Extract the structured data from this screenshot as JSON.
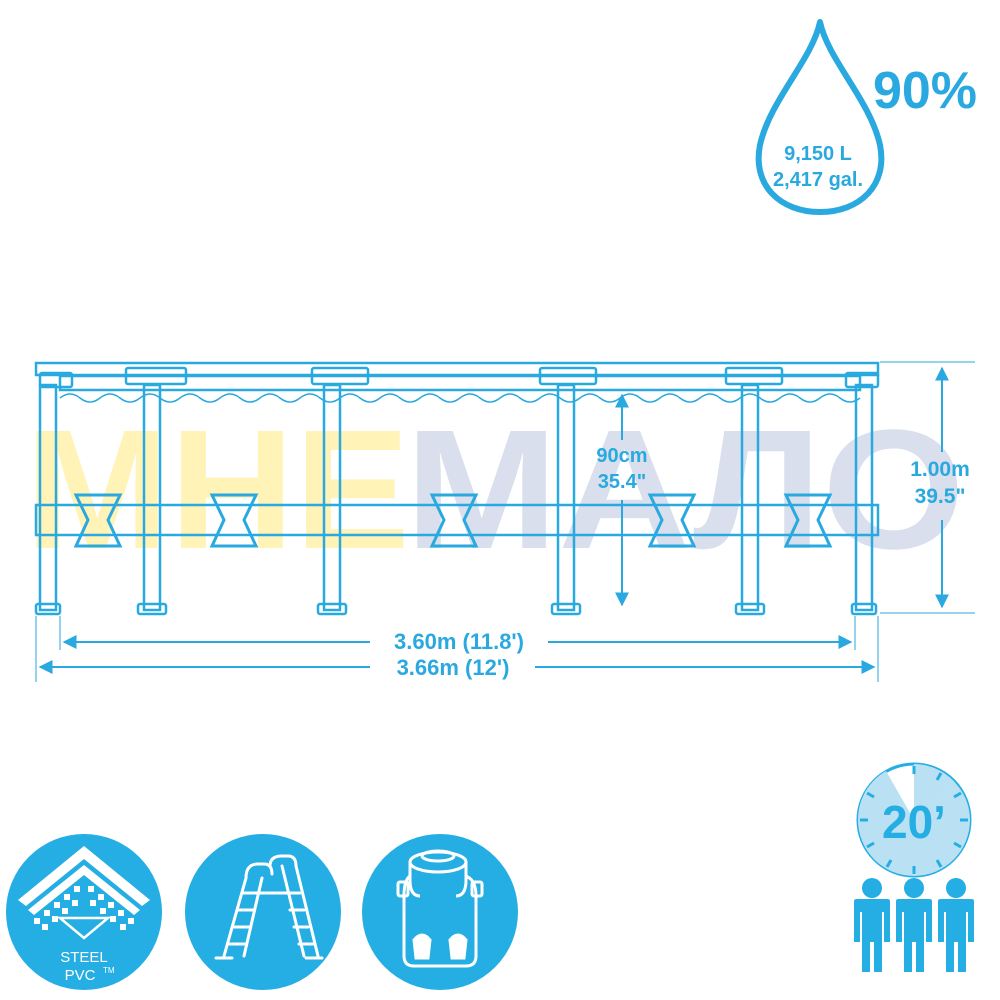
{
  "colors": {
    "primary": "#29a9df",
    "light": "#b9e0f3",
    "badge": "#25aee3",
    "watermark_yellow": "#fff2b0",
    "watermark_blue": "#d5dcea"
  },
  "water": {
    "fill_percent": "90%",
    "liters": "9,150 L",
    "gallons": "2,417 gal.",
    "icon": "water-drop-icon"
  },
  "pool": {
    "water_depth_metric": "90cm",
    "water_depth_imperial": "35.4\"",
    "height_metric": "1.00m",
    "height_imperial": "39.5\"",
    "inner_diameter": "3.60m (11.8')",
    "outer_diameter": "3.66m (12')"
  },
  "watermark": {
    "part1": "МНЕ",
    "part2": "МАЛО"
  },
  "setup": {
    "time": "20’",
    "time_icon": "clock-icon",
    "people_icon": "people-icon"
  },
  "badges": [
    {
      "icon": "steel-pvc-icon",
      "line1": "STEEL",
      "line2": "PVC",
      "mark": "TM"
    },
    {
      "icon": "ladder-icon"
    },
    {
      "icon": "filter-pump-icon"
    }
  ]
}
